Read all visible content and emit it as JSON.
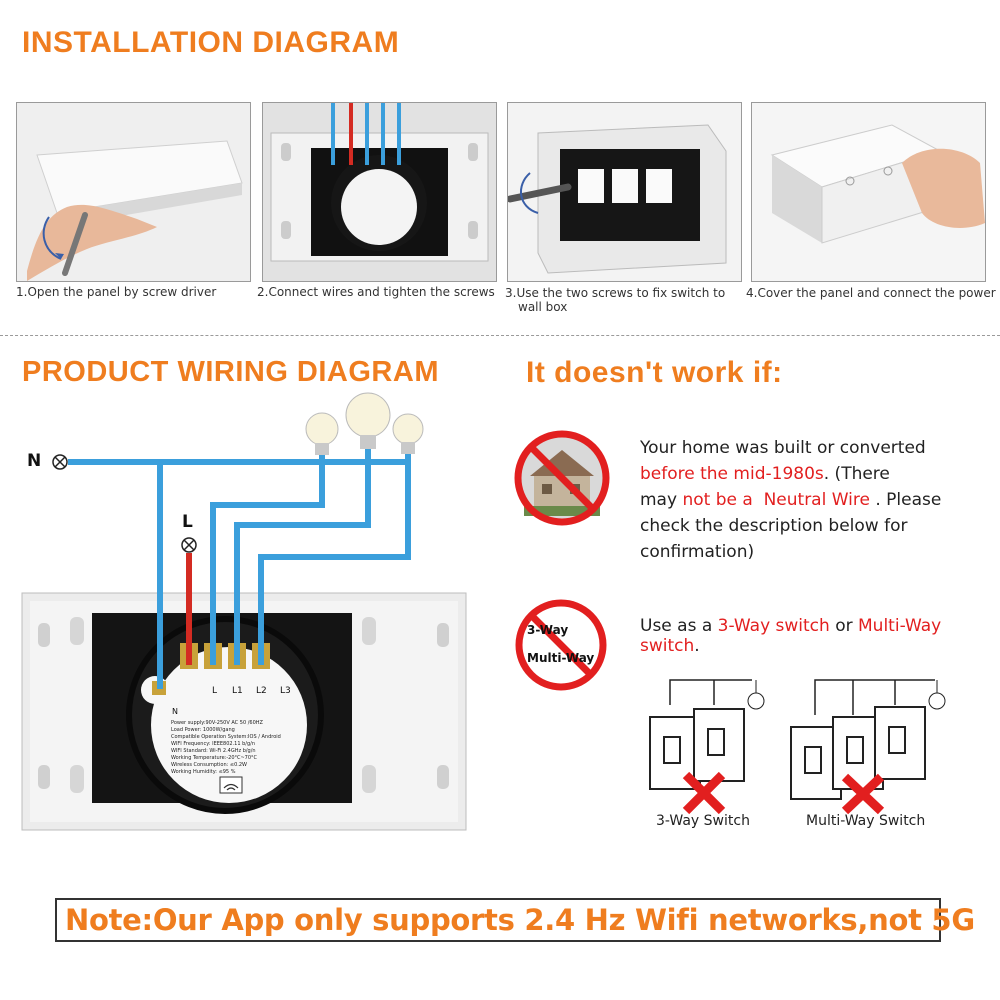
{
  "sections": {
    "installation_title": "INSTALLATION DIAGRAM",
    "wiring_title": "PRODUCT WIRING DIAGRAM",
    "warning_title": "It doesn't work if:"
  },
  "steps": [
    {
      "caption": "1.Open the panel by screw driver"
    },
    {
      "caption": "2.Connect wires and tighten the screws"
    },
    {
      "caption_line1": "3.Use the two screws to fix switch to",
      "caption_line2": "wall box"
    },
    {
      "caption": "4.Cover the panel and connect the power"
    }
  ],
  "wiring": {
    "neutral_label": "N",
    "live_label": "L",
    "terminal_labels": [
      "L",
      "L1",
      "L2",
      "L3"
    ],
    "terminal_n": "N",
    "back_label_lines": [
      "Power supply:90V-250V AC 50 /60HZ",
      "Load Power: 1000W/gang",
      "Compatible Operation System:IOS / Android",
      "WIFI Frequency: IEEE802.11 b/g/n",
      "WIFI Standard: Wi-Fi 2.4GHz b/g/n",
      "Working Temperature:-20°C~70°C",
      "Wireless Consumption: ≤0.2W",
      "Working Humidity: ≤95 %"
    ],
    "wire_color": "#3b9fdc",
    "live_wire_color": "#d42b22"
  },
  "warnings": {
    "neutral": {
      "line1": "Your home was built or converted",
      "line2_red": "before the mid-1980s",
      "line2_rest": ". (There",
      "line3_pre": "may ",
      "line3_red": "not be a  Neutral Wire",
      "line3_rest": " . Please",
      "line4": "check the description below for",
      "line5": "confirmation)"
    },
    "multiway": {
      "pre": "Use as a ",
      "red1": "3-Way switch",
      "mid": " or ",
      "red2": "Multi-Way",
      "line2_red": "switch",
      "line2_rest": ".",
      "icon_line1": "3-Way",
      "icon_line2": "Multi-Way"
    },
    "three_way_label": "3-Way Switch",
    "multi_way_label": "Multi-Way Switch"
  },
  "note": "Note:Our App only supports 2.4 Hz Wifi networks,not 5G",
  "colors": {
    "accent": "#ef7d1f",
    "warning_red": "#e21f1f"
  }
}
